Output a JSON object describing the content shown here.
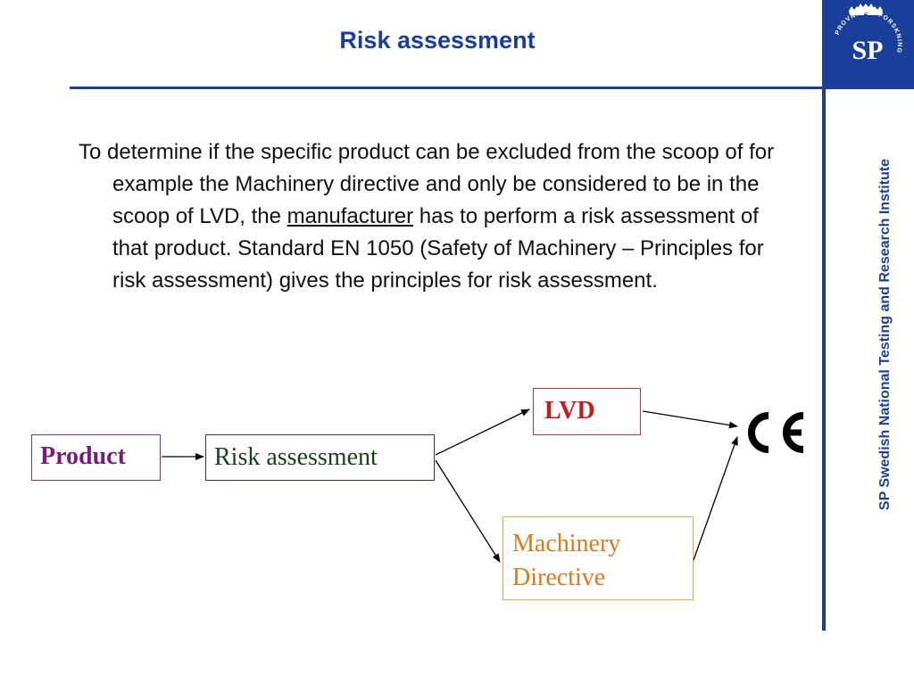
{
  "header": {
    "title": "Risk assessment",
    "logo_text": "SP",
    "logo_ring_text": "PROVNING · FORSKNING",
    "side_label": "SP Swedish National Testing and Research Institute",
    "brand_color": "#1a3f9a"
  },
  "body": {
    "part1": "To determine if the specific product can be excluded from the scoop of for example the Machinery directive and only be considered to be in the scoop of LVD, the ",
    "underlined": "manufacturer",
    "part2": " has to perform a risk assessment of that product. Standard EN 1050 (Safety of Machinery – Principles for risk assessment) gives the principles for risk assessment."
  },
  "flow": {
    "product": "Product",
    "risk": "Risk assessment",
    "lvd": "LVD",
    "machinery_line1": "Machinery",
    "machinery_line2": "Directive",
    "ce_mark_icon": "ce-mark-icon"
  }
}
